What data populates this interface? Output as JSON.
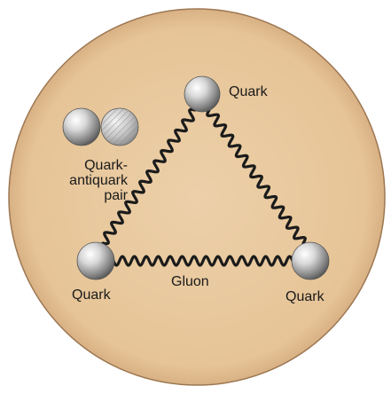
{
  "labels": {
    "top_quark": "Quark",
    "left_quark": "Quark",
    "right_quark": "Quark",
    "gluon": "Gluon",
    "pair_line1": "Quark-",
    "pair_line2": "antiquark",
    "pair_line3": "pair"
  },
  "colors": {
    "disc_fill": "#e9c9a0",
    "disc_edge": "#8e6a48",
    "spring": "#1b1b1b",
    "ball_light": "#f4f4f4",
    "ball_dark": "#6e6e6e"
  }
}
